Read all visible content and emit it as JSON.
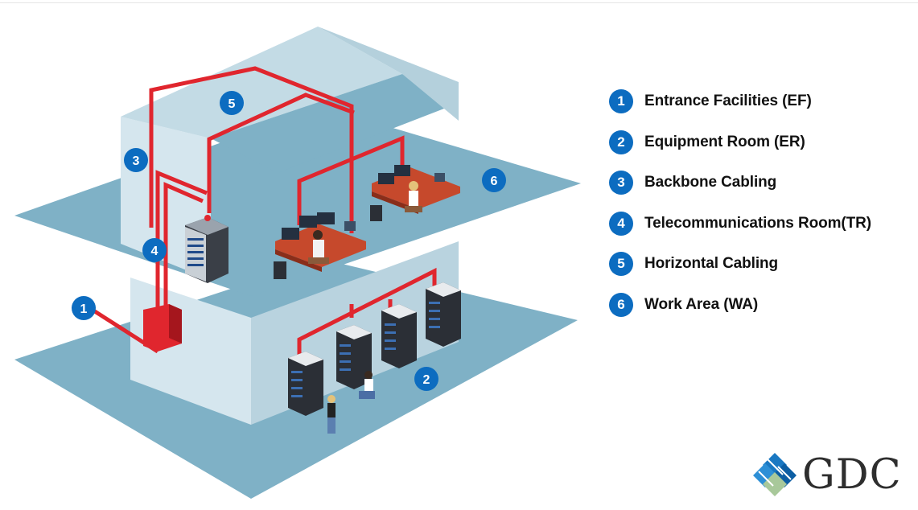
{
  "legend": {
    "items": [
      {
        "number": "1",
        "label": "Entrance Facilities (EF)"
      },
      {
        "number": "2",
        "label": "Equipment Room (ER)"
      },
      {
        "number": "3",
        "label": "Backbone Cabling"
      },
      {
        "number": "4",
        "label": "Telecommunications Room(TR)"
      },
      {
        "number": "5",
        "label": "Horizontal Cabling"
      },
      {
        "number": "6",
        "label": "Work Area (WA)"
      }
    ]
  },
  "markers": {
    "m1": "1",
    "m2": "2",
    "m3": "3",
    "m4": "4",
    "m5": "5",
    "m6": "6"
  },
  "logo": {
    "text": "GDC"
  },
  "colors": {
    "accent": "#0c6cc0",
    "cable": "#e0262e",
    "floor": "#7fb1c6",
    "wall_light": "#d5e6ee",
    "wall_mid": "#b9d3df",
    "rack": "#3a3f47"
  }
}
